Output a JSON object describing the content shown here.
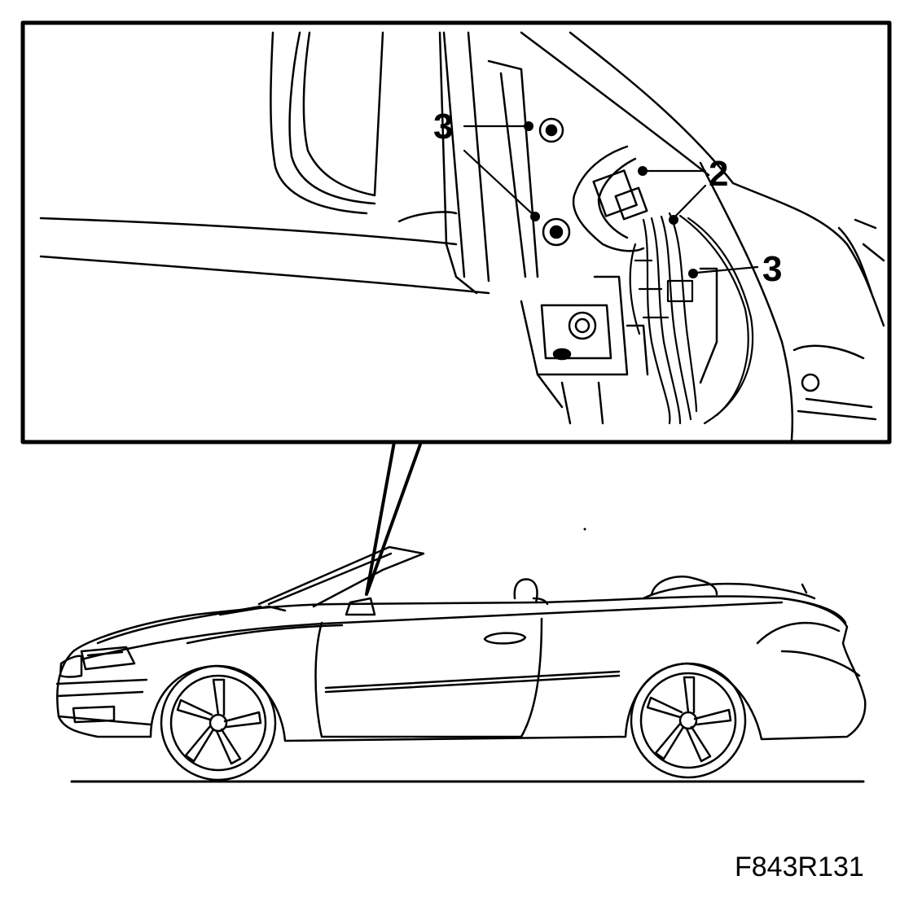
{
  "callouts": {
    "upper_left": "3",
    "lower_left": "3",
    "top_right": "2",
    "right": "3"
  },
  "figure_code": "F843R131",
  "colors": {
    "line": "#000000",
    "background": "#ffffff"
  },
  "icons": [
    "convertible-car",
    "wiring-connector",
    "mounting-bolt"
  ]
}
